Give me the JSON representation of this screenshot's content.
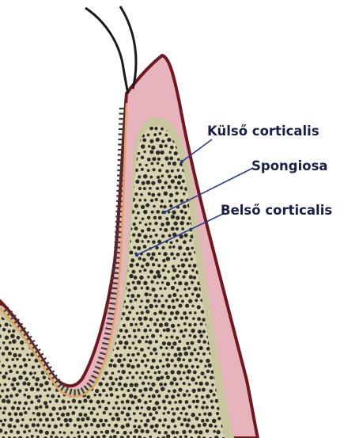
{
  "labels": {
    "outer_cortical": "Külső corticalis",
    "spongiosa": "Spongiosa",
    "inner_cortical": "Belső corticalis"
  },
  "colors": {
    "outer_cortical_fill": "#e7b3bd",
    "outer_edge": "#6e1820",
    "inner_cortical_fill": "#c9c69f",
    "spongiosa_fill": "#d8d3b2",
    "trabeculae": "#2b2a24",
    "ligament_fiber": "#3a3a3a",
    "root_outline": "#e0a368",
    "leader_line": "#2a3a8c",
    "label_text": "#1a1f4a"
  }
}
